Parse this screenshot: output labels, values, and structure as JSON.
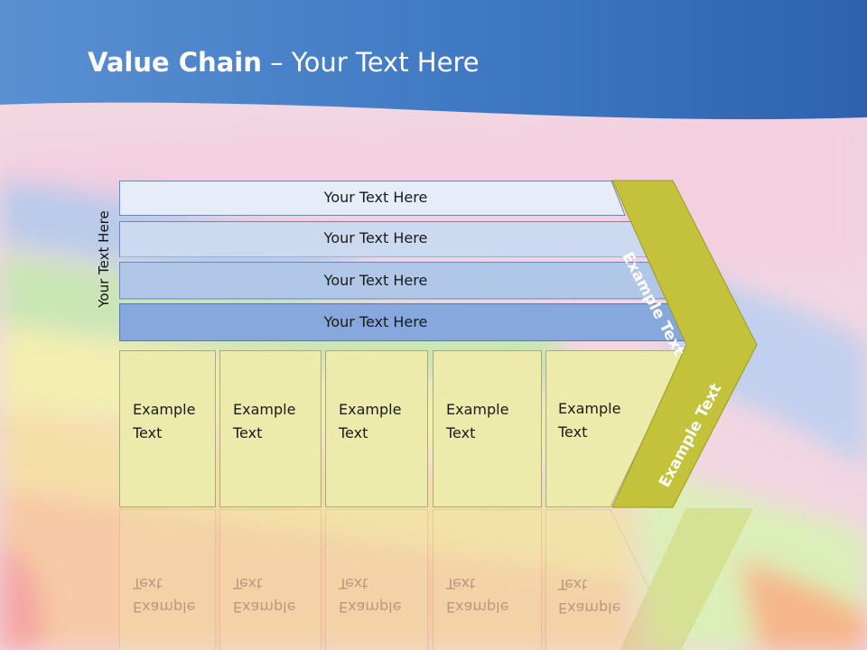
{
  "slide": {
    "title_bold": "Value Chain",
    "title_rest": " – Your Text Here",
    "side_label": "Your Text Here"
  },
  "rows": [
    {
      "label": "Your Text Here"
    },
    {
      "label": "Your Text Here"
    },
    {
      "label": "Your Text Here"
    },
    {
      "label": "Your Text Here"
    }
  ],
  "boxes": [
    {
      "label": "Example Text"
    },
    {
      "label": "Example Text"
    },
    {
      "label": "Example Text"
    },
    {
      "label": "Example Text"
    },
    {
      "label": "Example Text"
    }
  ],
  "chevron": {
    "upper_label": "Example Text",
    "lower_label": "Example Text"
  },
  "colors": {
    "header_blue": "#3f79c3",
    "row_1": "#e6ecf8",
    "row_2": "#ccdaf0",
    "row_3": "#b0c7e8",
    "row_4": "#86a8dc",
    "box_fill": "#ecebab",
    "chevron": "#c4c23a"
  }
}
